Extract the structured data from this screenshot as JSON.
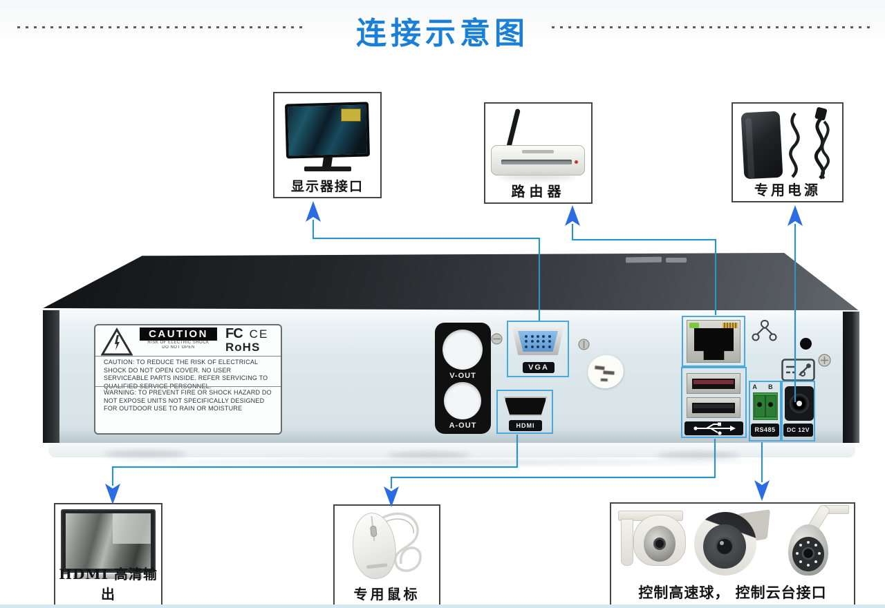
{
  "title": "连接示意图",
  "boxes": {
    "display": {
      "label": "显示器接口"
    },
    "router": {
      "label": "路由器"
    },
    "power": {
      "label": "专用电源"
    },
    "hdmi_out": {
      "label": "HDMI 高清输出"
    },
    "mouse": {
      "label": "专用鼠标"
    },
    "camera": {
      "label": "控制高速球， 控制云台接口"
    }
  },
  "rear_panel": {
    "caution": {
      "badge": "CAUTION",
      "badge_line1": "RISK OF ELECTRIC SHOCK",
      "badge_line2": "DO NOT OPEN",
      "fcc": "FC",
      "ce": "CE",
      "rohs": "RoHS",
      "caution_text": "CAUTION: TO REDUCE THE RISK OF ELECTRICAL SHOCK DO NOT OPEN COVER. NO USER SERVICEABLE PARTS INSIDE. REFER SERVICING TO QUALIFIED SERVICE PERSONNEL.",
      "warning_text": "WARNING: TO PREVENT FIRE OR SHOCK HAZARD DO NOT EXPOSE UNITS NOT SPECIFICALLY DESIGNED FOR OUTDOOR USE TO RAIN OR MOISTURE"
    },
    "ports": {
      "v_out": "V-OUT",
      "a_out": "A-OUT",
      "vga": "VGA",
      "hdmi": "HDMI",
      "rs485": "RS485",
      "rs485_ab": "A B",
      "dc_12v": "DC 12V"
    },
    "icons": [
      "warning-triangle",
      "usb-trident",
      "lan-topology",
      "dc-power-symbol",
      "screw",
      "reset-hole"
    ]
  },
  "colors": {
    "title_blue": "#1a7fd6",
    "connector_line": "#2d93c4",
    "arrow_blue": "#2b6ce4",
    "port_highlight": "#49a8dc"
  }
}
